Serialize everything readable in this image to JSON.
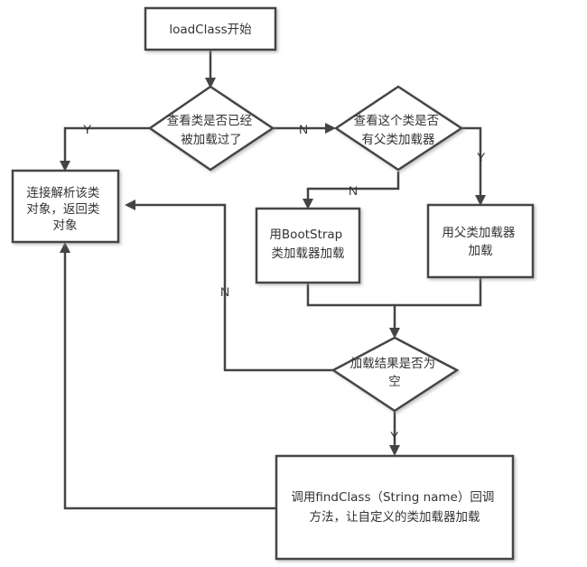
{
  "nodes": {
    "start": {
      "lines": [
        "loadClass开始"
      ]
    },
    "check_loaded": {
      "lines": [
        "查看类是否已经",
        "被加载过了"
      ]
    },
    "check_parent": {
      "lines": [
        "查看这个类是否",
        "有父类加载器"
      ]
    },
    "return_object": {
      "lines": [
        "连接解析该类",
        "对象，返回类",
        "对象"
      ]
    },
    "bootstrap_load": {
      "lines": [
        "用BootStrap",
        "类加载器加载"
      ]
    },
    "parent_load": {
      "lines": [
        "用父类加载器",
        "加载"
      ]
    },
    "result_empty": {
      "lines": [
        "加载结果是否为",
        "空"
      ]
    },
    "find_class": {
      "lines": [
        "调用findClass（String name）回调",
        "方法，让自定义的类加载器加载"
      ]
    }
  },
  "edge_labels": {
    "loaded_yes": "Y",
    "loaded_no": "N",
    "parent_no": "N",
    "parent_yes": "Y",
    "result_no": "N",
    "result_yes": "Y"
  },
  "colors": {
    "stroke": "#444444",
    "fill": "#ffffff",
    "shadow": "#bbbbbb",
    "text": "#333333"
  }
}
